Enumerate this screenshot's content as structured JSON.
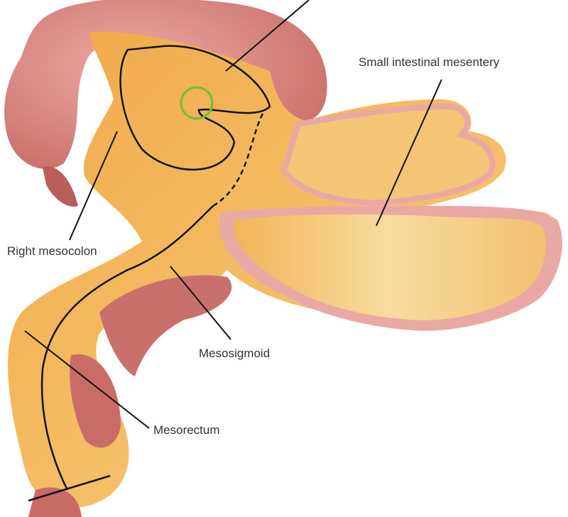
{
  "labels": {
    "small_intestinal_mesentery": "Small intestinal mesentery",
    "right_mesocolon": "Right mesocolon",
    "mesosigmoid": "Mesosigmoid",
    "mesorectum": "Mesorectum"
  },
  "colors": {
    "bowel": "#d98a85",
    "bowel_dark": "#b85c5c",
    "mesentery": "#f2b457",
    "mesentery_light": "#f7dca0",
    "rim": "#e8a7a4",
    "highlight_circle": "#6cbf3a"
  }
}
